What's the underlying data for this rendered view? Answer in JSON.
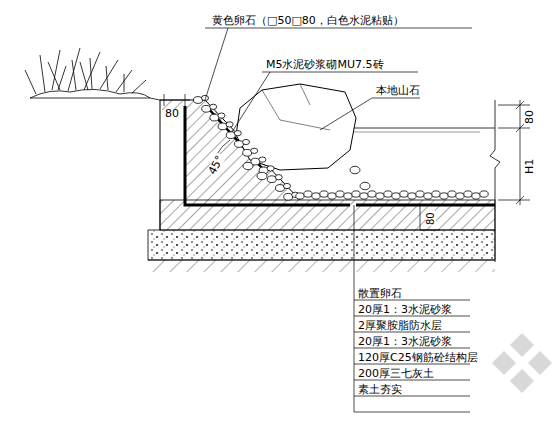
{
  "diagram": {
    "labels": [
      "黄色卵石（□50□80，白色水泥粘贴）",
      "M5水泥砂浆砌MU7.5砖",
      "本地山石",
      "80",
      "45°",
      "80",
      "H1",
      "80",
      "散置卵石",
      "20厚1：3水泥砂浆",
      "2厚聚胺脂防水层",
      "20厚1：3水泥砂浆",
      "120厚C25钢筋砼结构层",
      "200厚三七灰土",
      "素土夯实"
    ]
  }
}
